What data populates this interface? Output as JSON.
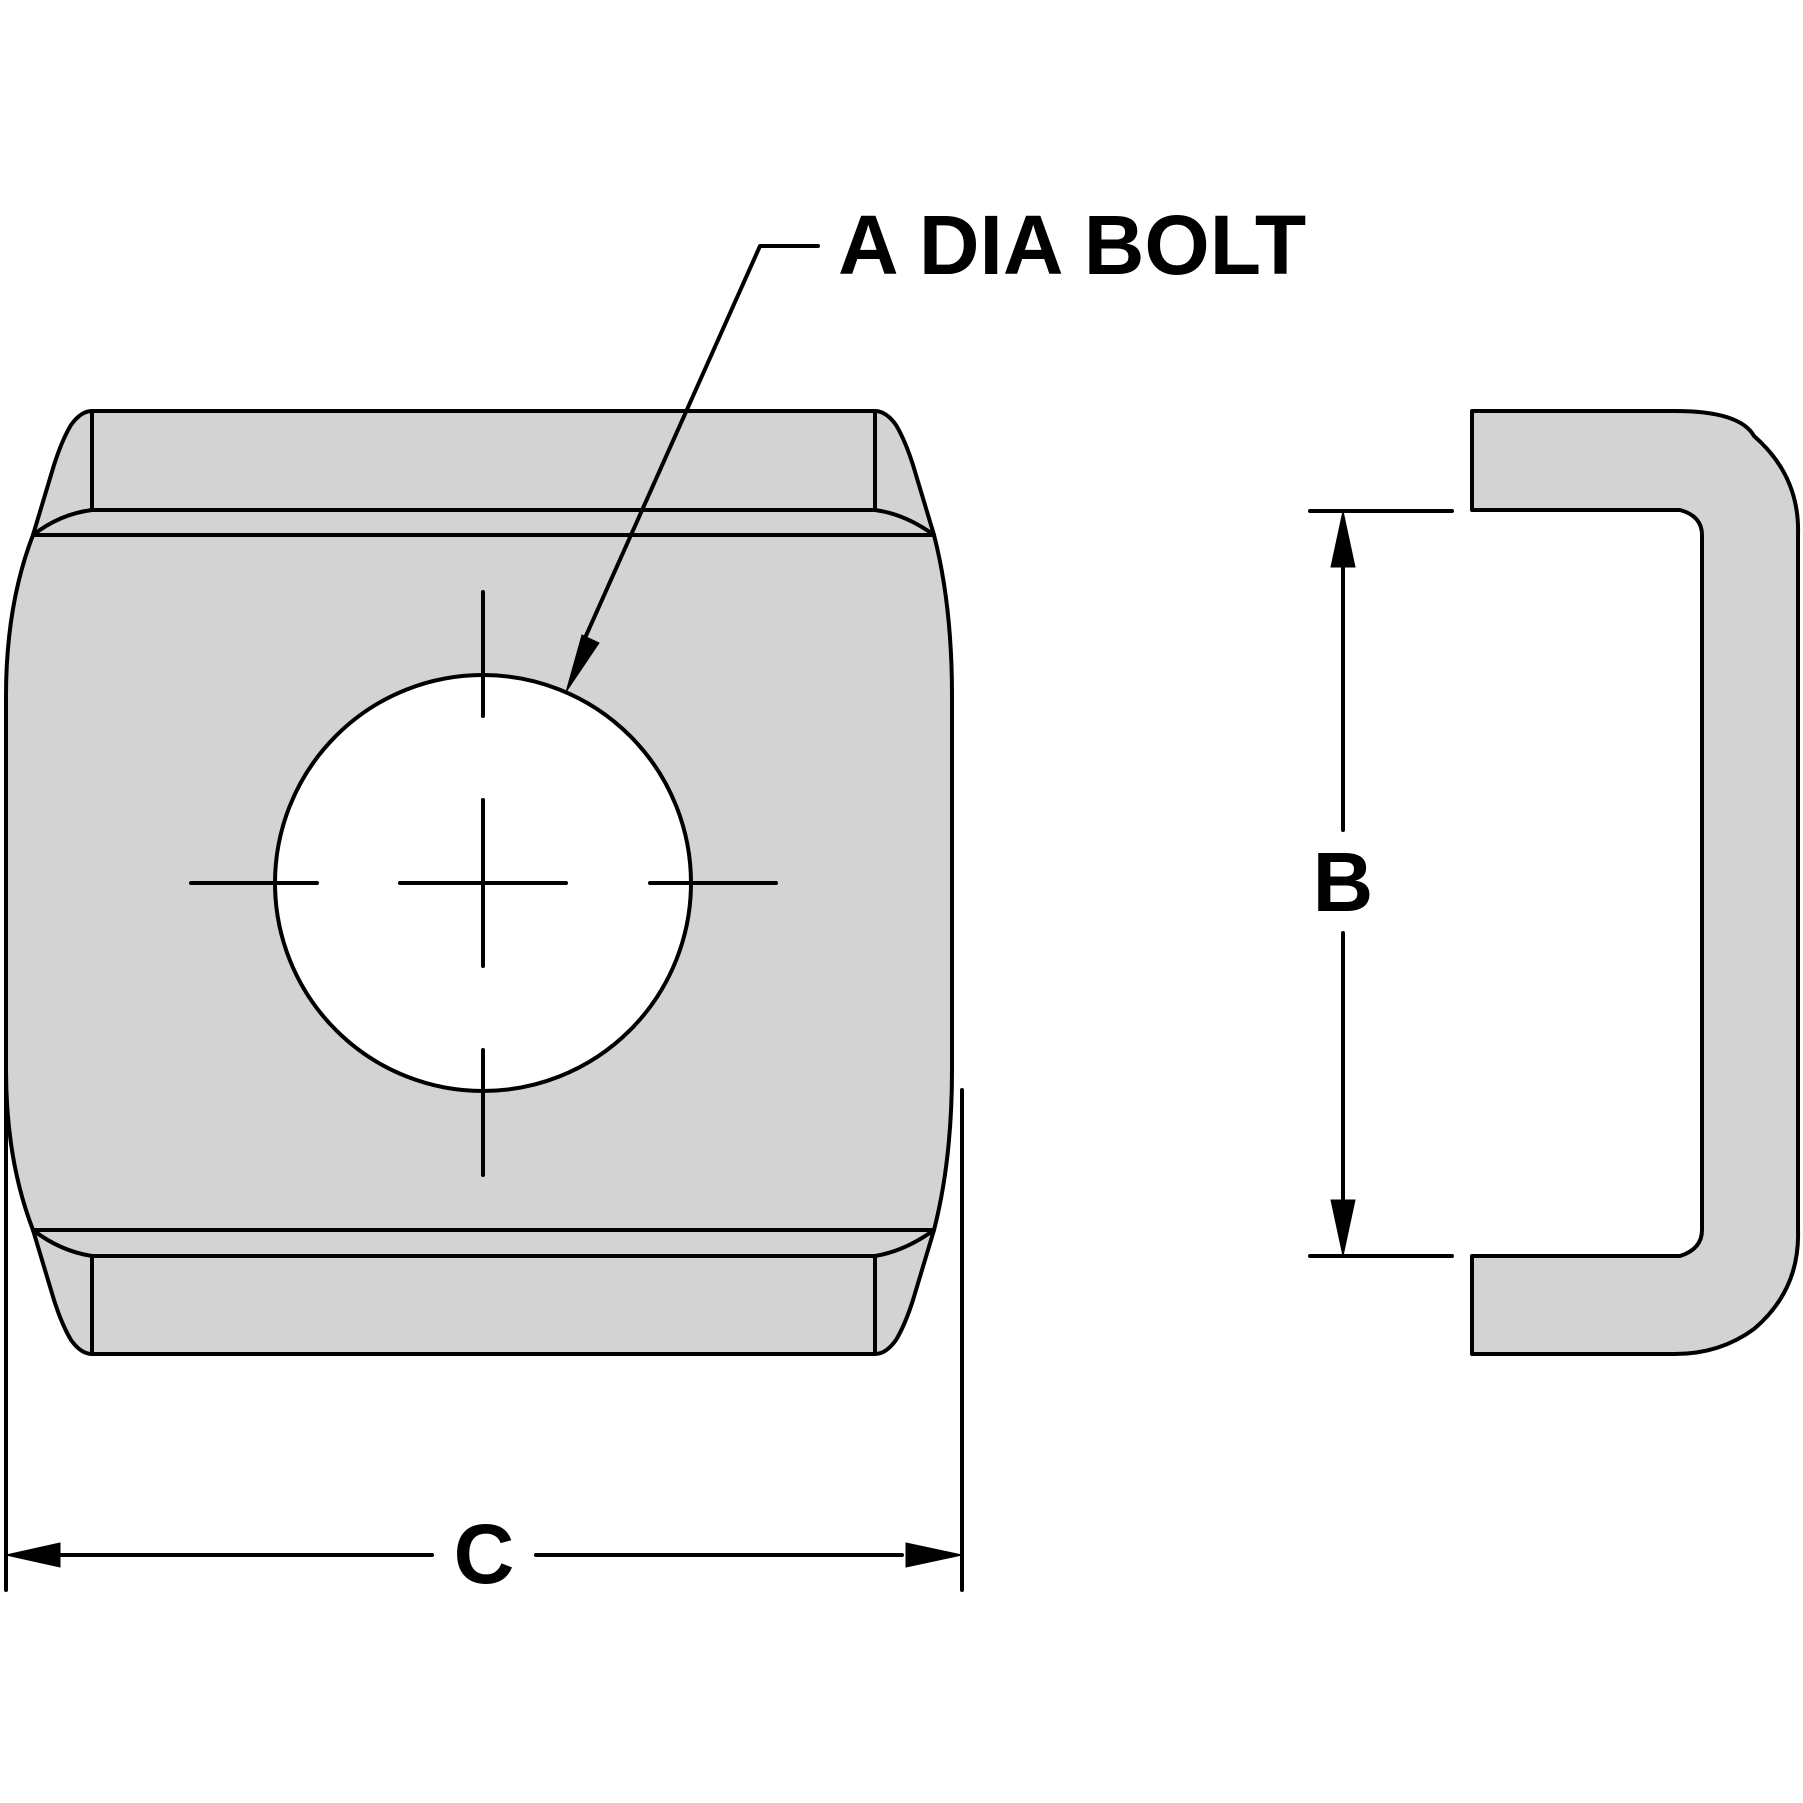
{
  "colors": {
    "part_fill": "#d3d3d3",
    "line": "#000000",
    "background": "#ffffff"
  },
  "labels": {
    "bolt_callout": "A DIA BOLT",
    "height_dim": "B",
    "width_dim": "C"
  }
}
